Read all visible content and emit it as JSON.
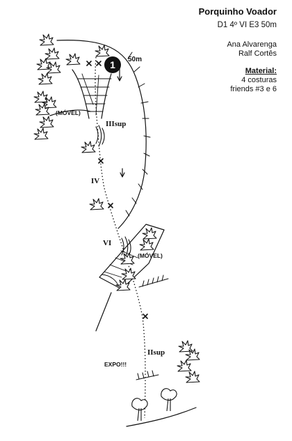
{
  "route": {
    "name": "Porquinho Voador",
    "grade": "D1 4º VI E3 50m"
  },
  "authors": [
    "Ana Alvarenga",
    "Ralf Cortês"
  ],
  "material": {
    "heading": "Material:",
    "items": [
      "4 costuras",
      "friends #3 e 6"
    ]
  },
  "topo": {
    "pitch_number": "1",
    "length_label": "50m",
    "grade_labels": {
      "iii_sup": "IIIsup",
      "iv": "IV",
      "vi": "VI",
      "ii_sup": "IIsup"
    },
    "movel_label": "(MÓVEL)",
    "expo_label": "EXPO!!!"
  }
}
